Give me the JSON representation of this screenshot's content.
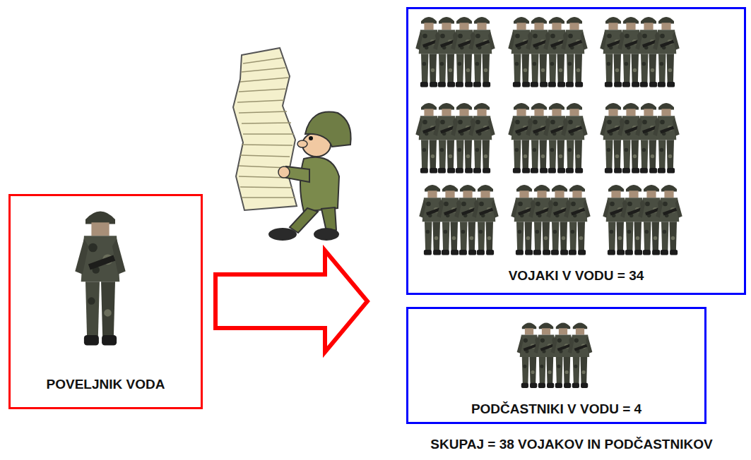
{
  "diagram": {
    "nodes": [
      {
        "text": [
          "POVELJNIK VODA"
        ]
      },
      {
        "text": [
          "VOJAKI V VODU = 34"
        ]
      },
      {
        "text": [
          "PODČASTNIKI V VODU = 4"
        ]
      }
    ],
    "edges": [
      {
        "from": 0,
        "to": 1,
        "arrow": "to"
      }
    ],
    "labels": [
      "SKUPAJ = 38 VOJAKOV IN PODČASTNIKOV"
    ]
  }
}
